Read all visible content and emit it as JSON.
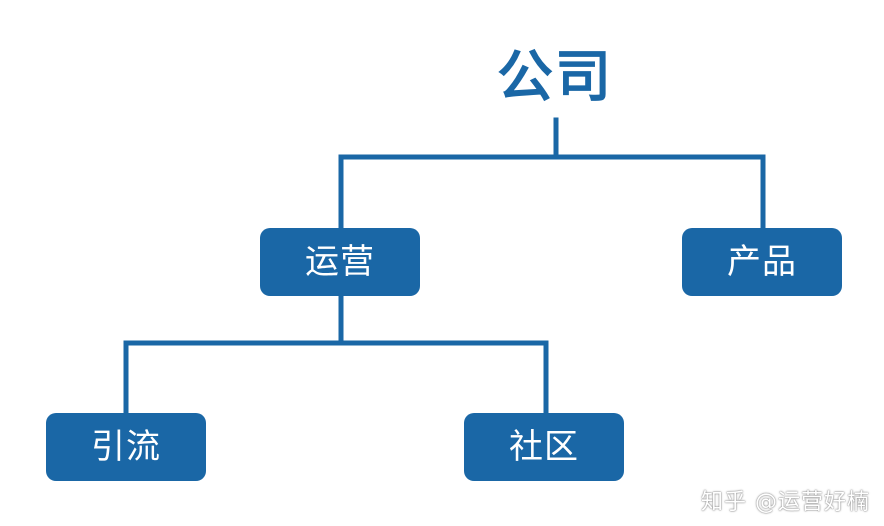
{
  "diagram": {
    "root": {
      "label": "公司"
    },
    "level1": [
      {
        "label": "运营"
      },
      {
        "label": "产品"
      }
    ],
    "level2": [
      {
        "label": "引流"
      },
      {
        "label": "社区"
      }
    ]
  },
  "watermark": {
    "text": "知乎 @运营好楠"
  },
  "colors": {
    "primary": "#1a67a6",
    "node_text": "#ffffff",
    "background": "#ffffff"
  }
}
